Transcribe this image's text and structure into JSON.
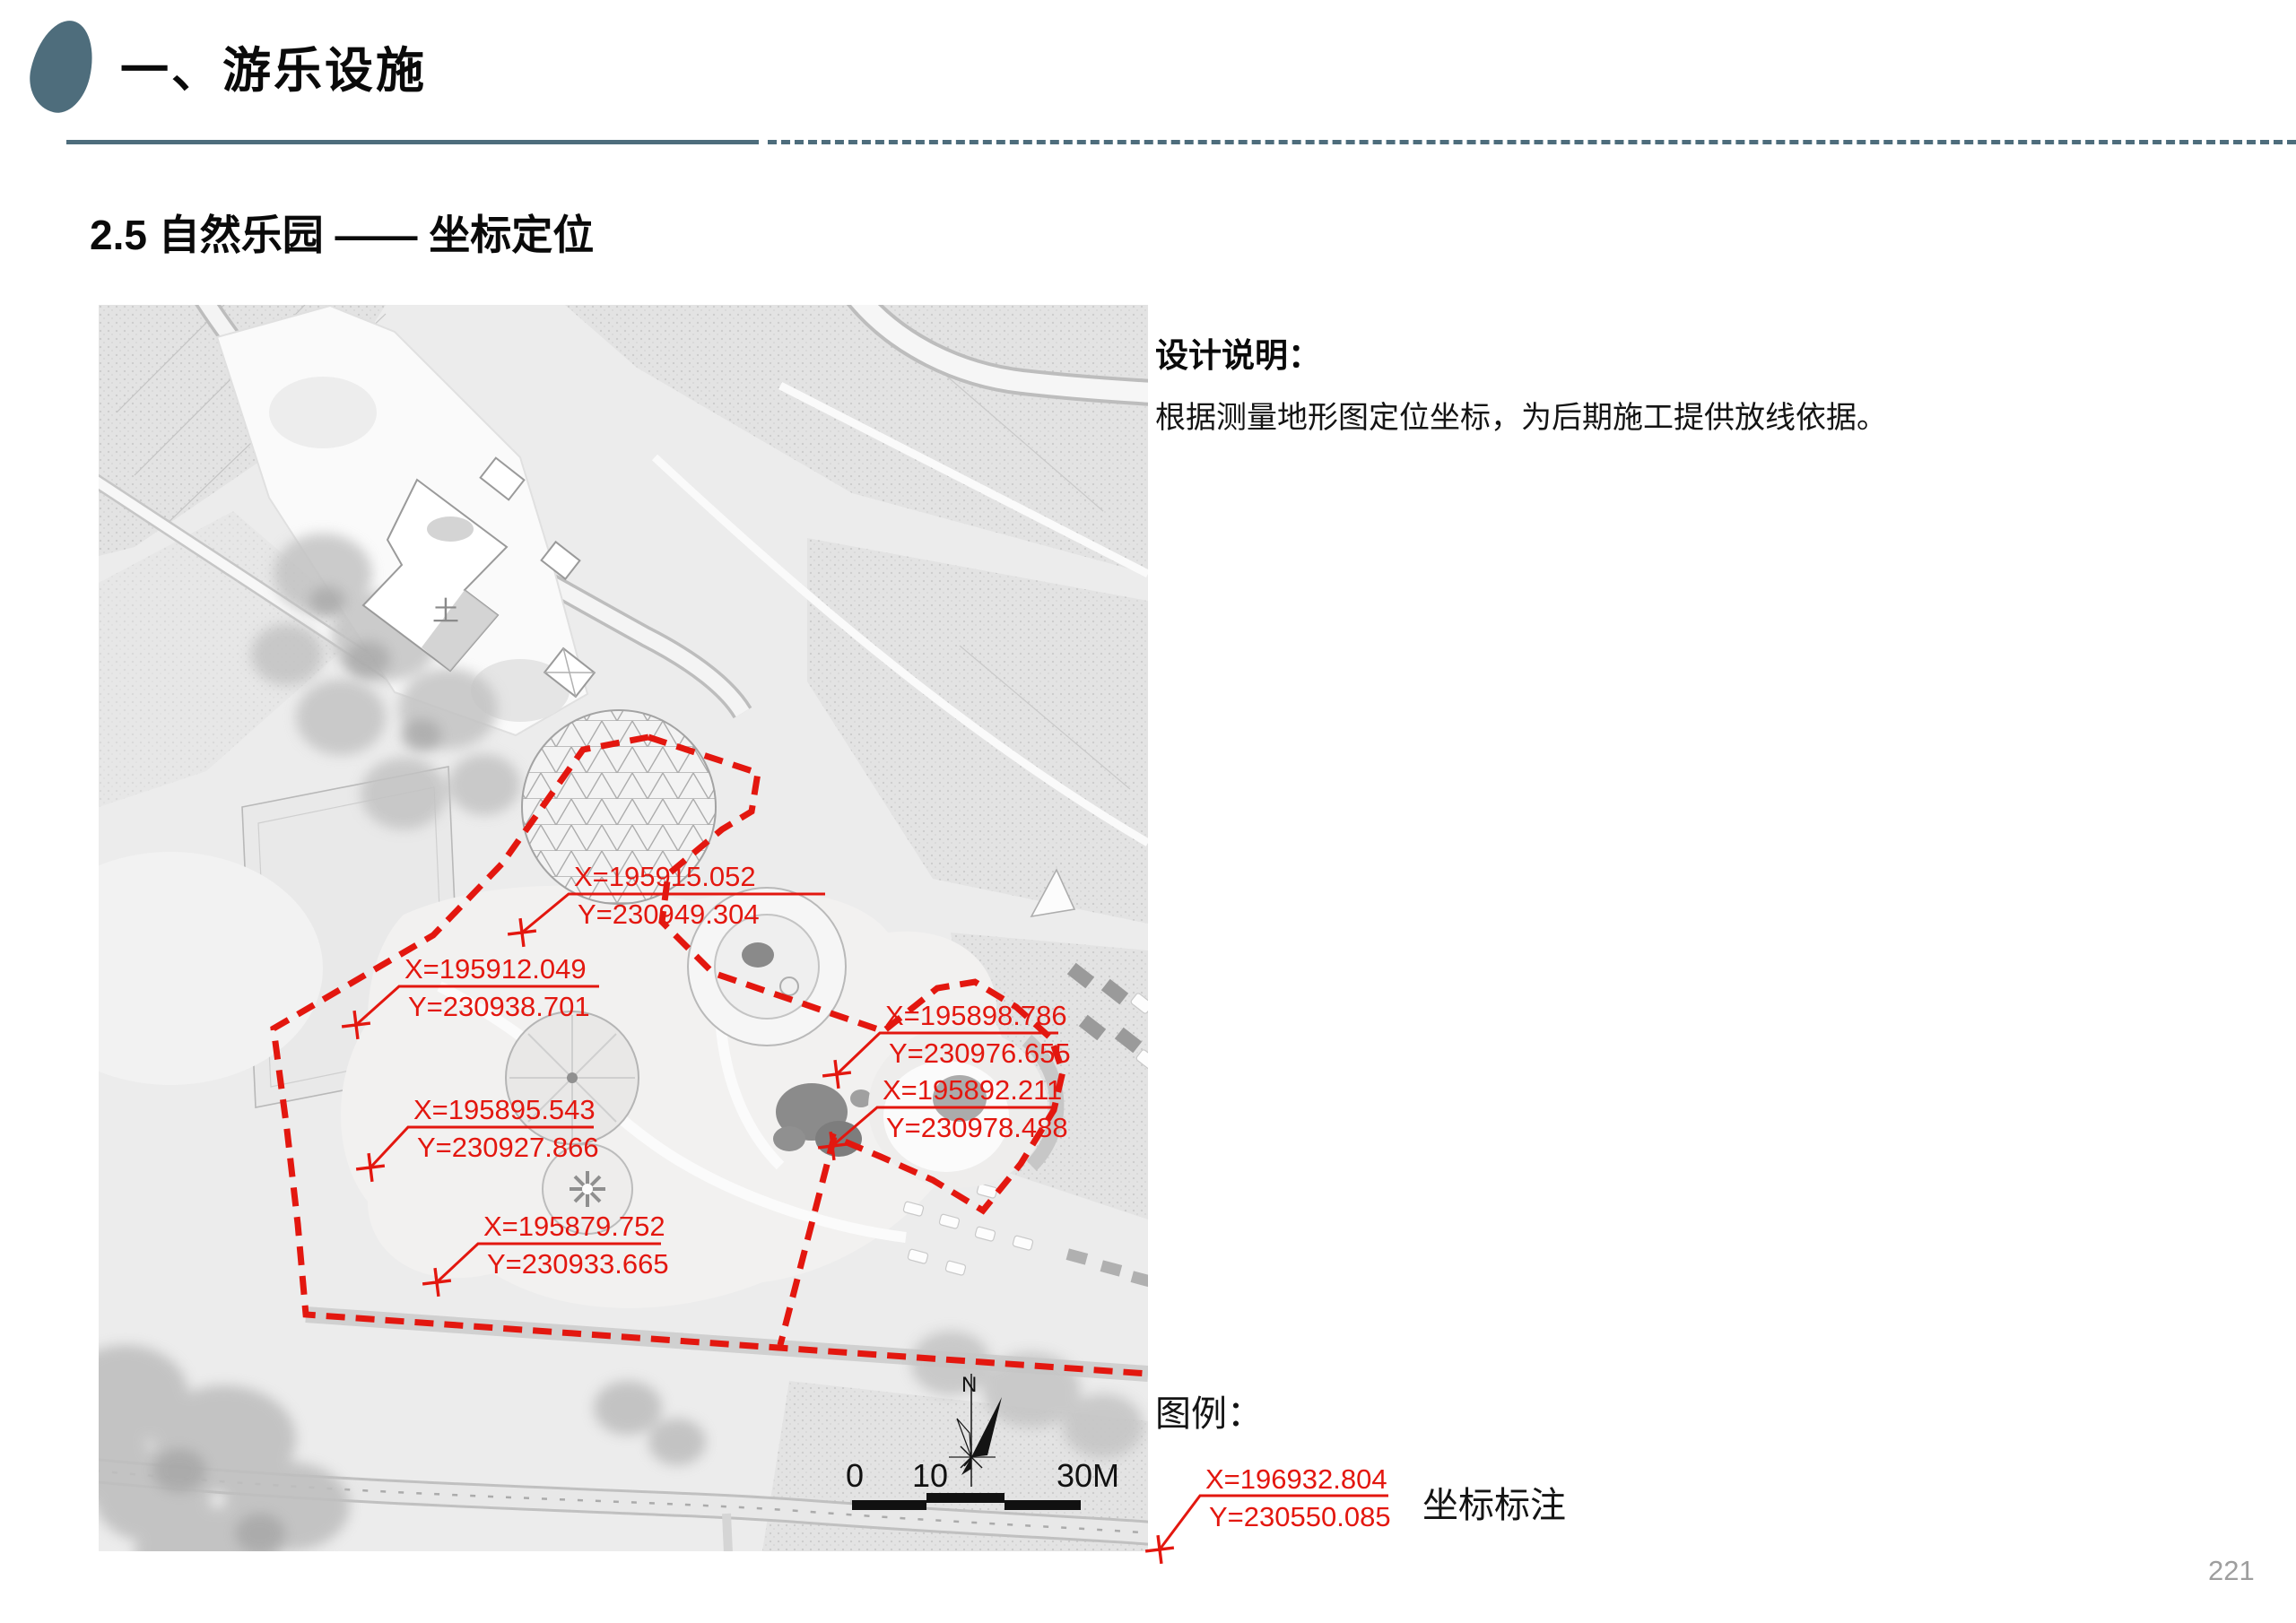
{
  "header": {
    "title": "一、游乐设施"
  },
  "subtitle": "2.5 自然乐园 —— 坐标定位",
  "design_notes": {
    "heading": "设计说明：",
    "body": "根据测量地形图定位坐标，为后期施工提供放线依据。"
  },
  "map": {
    "building_label": "土",
    "north_label": "N",
    "scale_bar": {
      "tick0": "0",
      "tick10": "10",
      "tick30": "30M"
    },
    "annotations": [
      {
        "x_label": "X=195915.052",
        "y_label": "Y=230949.304"
      },
      {
        "x_label": "X=195912.049",
        "y_label": "Y=230938.701"
      },
      {
        "x_label": "X=195895.543",
        "y_label": "Y=230927.866"
      },
      {
        "x_label": "X=195879.752",
        "y_label": "Y=230933.665"
      },
      {
        "x_label": "X=195898.786",
        "y_label": "Y=230976.655"
      },
      {
        "x_label": "X=195892.211",
        "y_label": "Y=230978.488"
      }
    ]
  },
  "legend": {
    "heading": "图例：",
    "sample": {
      "x_label": "X=196932.804",
      "y_label": "Y=230550.085"
    },
    "item_label": "坐标标注"
  },
  "page_number": "221",
  "colors": {
    "accent_red": "#e3170f",
    "slate": "#4e6d7c",
    "page_number_gray": "#9e9e9e"
  }
}
